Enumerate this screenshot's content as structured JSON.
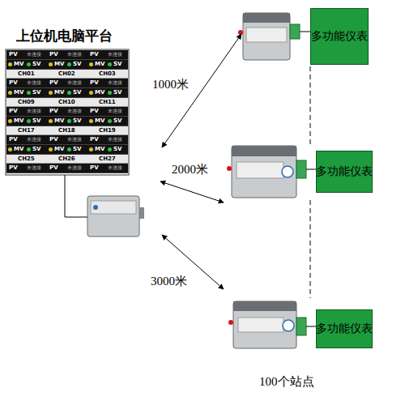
{
  "diagram": {
    "title": "上位机电脑平台",
    "caption": "100个站点",
    "nodes": [
      {
        "text": [
          "多功能仪表"
        ]
      },
      {
        "text": [
          "多功能仪表"
        ]
      },
      {
        "text": [
          "多功能仪表"
        ]
      }
    ],
    "labels": [
      "1000米",
      "2000米",
      "3000米",
      "PV",
      "未连接",
      "PV",
      "未连接",
      "PV",
      "未连接",
      "MV",
      "SV",
      "MV",
      "SV",
      "MV",
      "SV",
      "CH01",
      "CH02",
      "CH03",
      "PV",
      "未连接",
      "PV",
      "未连接",
      "PV",
      "未连接",
      "MV",
      "SV",
      "MV",
      "SV",
      "MV",
      "SV",
      "CH09",
      "CH10",
      "CH11",
      "PV",
      "未连接",
      "PV",
      "未连接",
      "PV",
      "未连接",
      "MV",
      "SV",
      "MV",
      "SV",
      "MV",
      "SV",
      "CH17",
      "CH18",
      "CH19",
      "PV",
      "未连接",
      "PV",
      "未连接",
      "PV",
      "未连接",
      "MV",
      "SV",
      "MV",
      "SV",
      "MV",
      "SV",
      "CH25",
      "CH26",
      "CH27",
      "PV",
      "未连接",
      "PV",
      "未连接",
      "PV",
      "未连接"
    ]
  }
}
